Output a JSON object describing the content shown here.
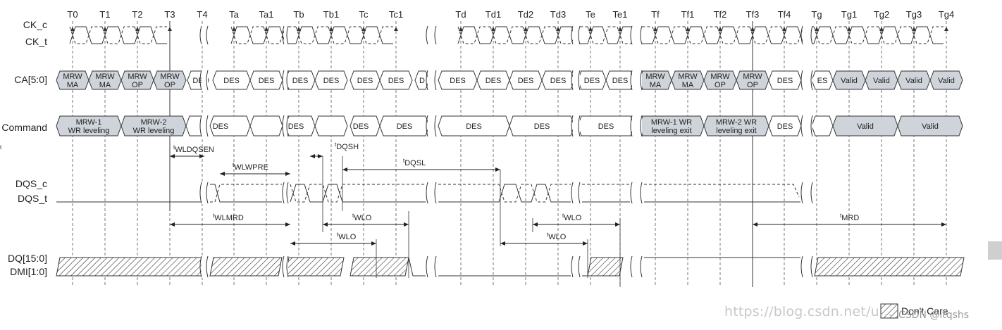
{
  "signals": {
    "ck_c": "CK_c",
    "ck_t": "CK_t",
    "ca": "CA[5:0]",
    "command": "Command",
    "dqs_c": "DQS_c",
    "dqs_t": "DQS_t",
    "dq": "DQ[15:0]",
    "dmi": "DMI[1:0]"
  },
  "ticks": [
    "T0",
    "T1",
    "T2",
    "T3",
    "T4",
    "Ta",
    "Ta1",
    "Tb",
    "Tb1",
    "Tc",
    "Tc1",
    "Td",
    "Td1",
    "Td2",
    "Td3",
    "Te",
    "Te1",
    "Tf",
    "Tf1",
    "Tf2",
    "Tf3",
    "Tf4",
    "Tg",
    "Tg1",
    "Tg2",
    "Tg3",
    "Tg4"
  ],
  "ca_cells": [
    {
      "l1": "MRW",
      "l2": "MA",
      "fill": "gray"
    },
    {
      "l1": "MRW",
      "l2": "MA",
      "fill": "gray"
    },
    {
      "l1": "MRW",
      "l2": "OP",
      "fill": "gray"
    },
    {
      "l1": "MRW",
      "l2": "OP",
      "fill": "gray"
    },
    {
      "l1": "DE",
      "l2": "",
      "fill": "white"
    },
    {
      "l1": "DES",
      "l2": "",
      "fill": "white"
    },
    {
      "l1": "DES",
      "l2": "",
      "fill": "white"
    },
    {
      "l1": "DES",
      "l2": "",
      "fill": "white"
    },
    {
      "l1": "DES",
      "l2": "",
      "fill": "white"
    },
    {
      "l1": "DES",
      "l2": "",
      "fill": "white"
    },
    {
      "l1": "DES",
      "l2": "",
      "fill": "white"
    },
    {
      "l1": "D",
      "l2": "",
      "fill": "white"
    },
    {
      "l1": "DES",
      "l2": "",
      "fill": "white"
    },
    {
      "l1": "DES",
      "l2": "",
      "fill": "white"
    },
    {
      "l1": "DES",
      "l2": "",
      "fill": "white"
    },
    {
      "l1": "DES",
      "l2": "",
      "fill": "white"
    },
    {
      "l1": "DES",
      "l2": "",
      "fill": "white"
    },
    {
      "l1": "DES",
      "l2": "",
      "fill": "white"
    },
    {
      "l1": "MRW",
      "l2": "MA",
      "fill": "gray"
    },
    {
      "l1": "MRW",
      "l2": "MA",
      "fill": "gray"
    },
    {
      "l1": "MRW",
      "l2": "OP",
      "fill": "gray"
    },
    {
      "l1": "MRW",
      "l2": "OP",
      "fill": "gray"
    },
    {
      "l1": "DES",
      "l2": "",
      "fill": "white"
    },
    {
      "l1": "ES",
      "l2": "",
      "fill": "white"
    },
    {
      "l1": "Valid",
      "l2": "",
      "fill": "gray"
    },
    {
      "l1": "Valid",
      "l2": "",
      "fill": "gray"
    },
    {
      "l1": "Valid",
      "l2": "",
      "fill": "gray"
    },
    {
      "l1": "Valid",
      "l2": "",
      "fill": "gray"
    }
  ],
  "cmd_cells": [
    {
      "l1": "MRW-1",
      "l2": "WR leveling",
      "fill": "gray"
    },
    {
      "l1": "MRW-2",
      "l2": "WR leveling",
      "fill": "gray"
    },
    {
      "l1": "",
      "l2": "",
      "fill": "white"
    },
    {
      "l1": "DES",
      "l2": "",
      "fill": "white"
    },
    {
      "l1": "",
      "l2": "",
      "fill": "white"
    },
    {
      "l1": "DES",
      "l2": "",
      "fill": "white"
    },
    {
      "l1": "",
      "l2": "",
      "fill": "white"
    },
    {
      "l1": "DES",
      "l2": "",
      "fill": "white"
    },
    {
      "l1": "DES",
      "l2": "",
      "fill": "white"
    },
    {
      "l1": "DES",
      "l2": "",
      "fill": "white"
    },
    {
      "l1": "DES",
      "l2": "",
      "fill": "white"
    },
    {
      "l1": "DES",
      "l2": "",
      "fill": "white"
    },
    {
      "l1": "MRW-1 WR",
      "l2": "leveling exit",
      "fill": "gray"
    },
    {
      "l1": "MRW-2 WR",
      "l2": "leveling exit",
      "fill": "gray"
    },
    {
      "l1": "DES",
      "l2": "",
      "fill": "white"
    },
    {
      "l1": "",
      "l2": "",
      "fill": "white"
    },
    {
      "l1": "Valid",
      "l2": "",
      "fill": "gray"
    },
    {
      "l1": "Valid",
      "l2": "",
      "fill": "gray"
    }
  ],
  "timings": [
    {
      "name": "WLDQSEN"
    },
    {
      "name": "WLWPRE"
    },
    {
      "name": "DQSH"
    },
    {
      "name": "DQSL"
    },
    {
      "name": "WLMRD"
    },
    {
      "name": "WLO"
    },
    {
      "name": "WLO"
    },
    {
      "name": "WLO"
    },
    {
      "name": "WLO"
    },
    {
      "name": "MRD"
    }
  ],
  "timing_prefix": "t",
  "legend": {
    "label": "Don't Care"
  },
  "watermark": "https://blog.csdn.net/u...",
  "credit": "CSDN @ltqshs",
  "colors": {
    "bus_gray": "#cfd3da",
    "line": "#333333",
    "grid": "#555555",
    "watermark": "#c8c8c8"
  }
}
